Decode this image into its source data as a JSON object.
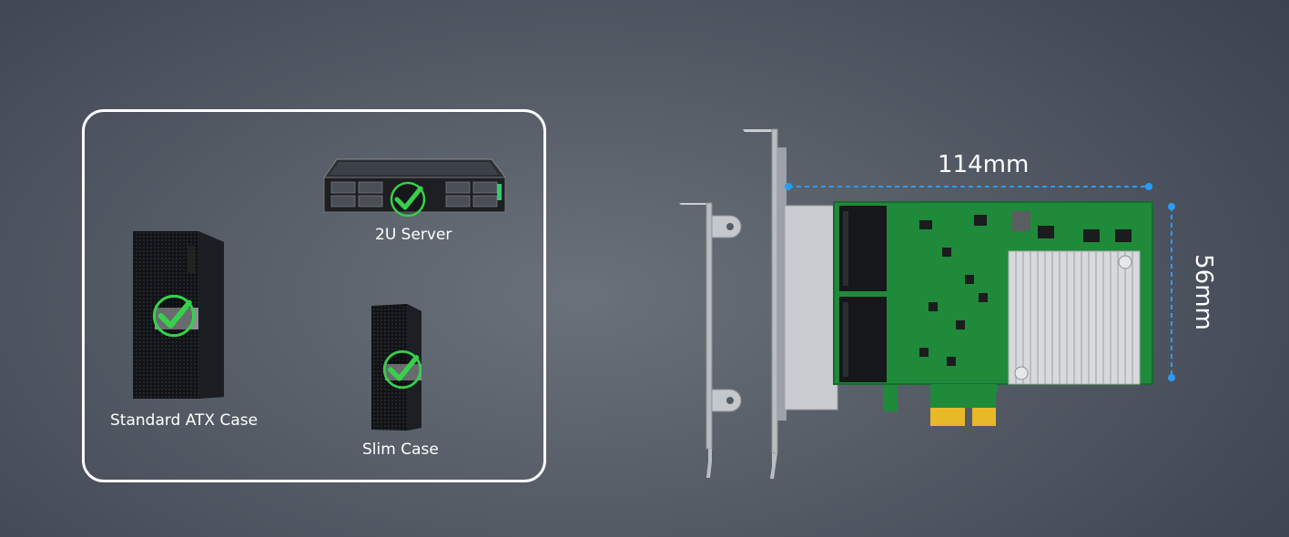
{
  "compatibility": {
    "server_label": "2U Server",
    "atx_label": "Standard ATX Case",
    "slim_label": "Slim Case"
  },
  "dimensions": {
    "width_label": "114mm",
    "height_label": "56mm"
  },
  "colors": {
    "check_green": "#35d14a",
    "dimension_blue": "#2b9cf2",
    "pcb_green": "#1f8a3a",
    "gold_contact": "#e7b928"
  },
  "icons": [
    "check-icon",
    "server-icon",
    "tower-case-icon",
    "slim-case-icon",
    "network-card-image",
    "bracket-icon"
  ]
}
